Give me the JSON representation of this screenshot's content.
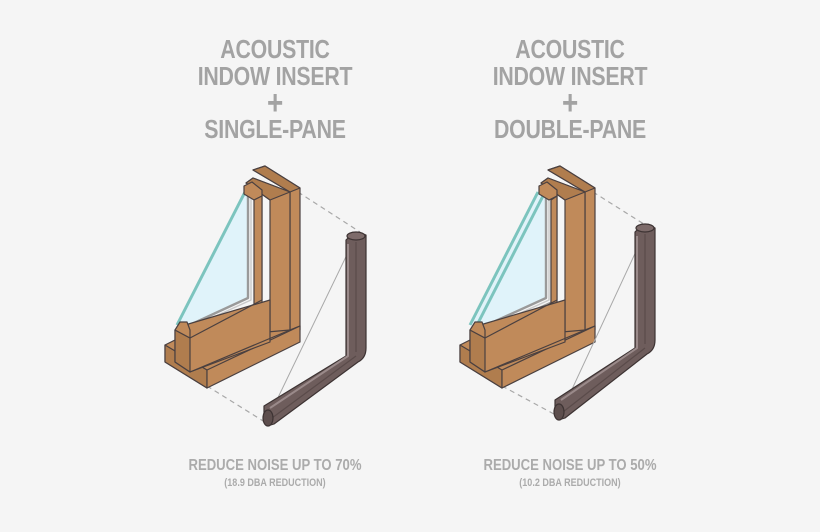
{
  "colors": {
    "background": "#f5f5f5",
    "text": "#a3a3a3",
    "wood": "#c08a5a",
    "wood_dark": "#a97547",
    "outline": "#4a4040",
    "glass_fill": "#e0f3fa",
    "glass_edge": "#7cc4be",
    "insert": "#6e5d5c",
    "insert_light": "#8a7978",
    "dashed": "#a8a8a8"
  },
  "panels": [
    {
      "id": "single-pane",
      "title_line1": "ACOUSTIC",
      "title_line2": "INDOW INSERT",
      "plus": "+",
      "title_line3": "SINGLE-PANE",
      "caption_main": "REDUCE NOISE UP TO 70%",
      "caption_sub": "(18.9 DBA REDUCTION)",
      "glass_panes": 1
    },
    {
      "id": "double-pane",
      "title_line1": "ACOUSTIC",
      "title_line2": "INDOW INSERT",
      "plus": "+",
      "title_line3": "DOUBLE-PANE",
      "caption_main": "REDUCE NOISE UP TO 50%",
      "caption_sub": "(10.2 DBA REDUCTION)",
      "glass_panes": 2
    }
  ]
}
